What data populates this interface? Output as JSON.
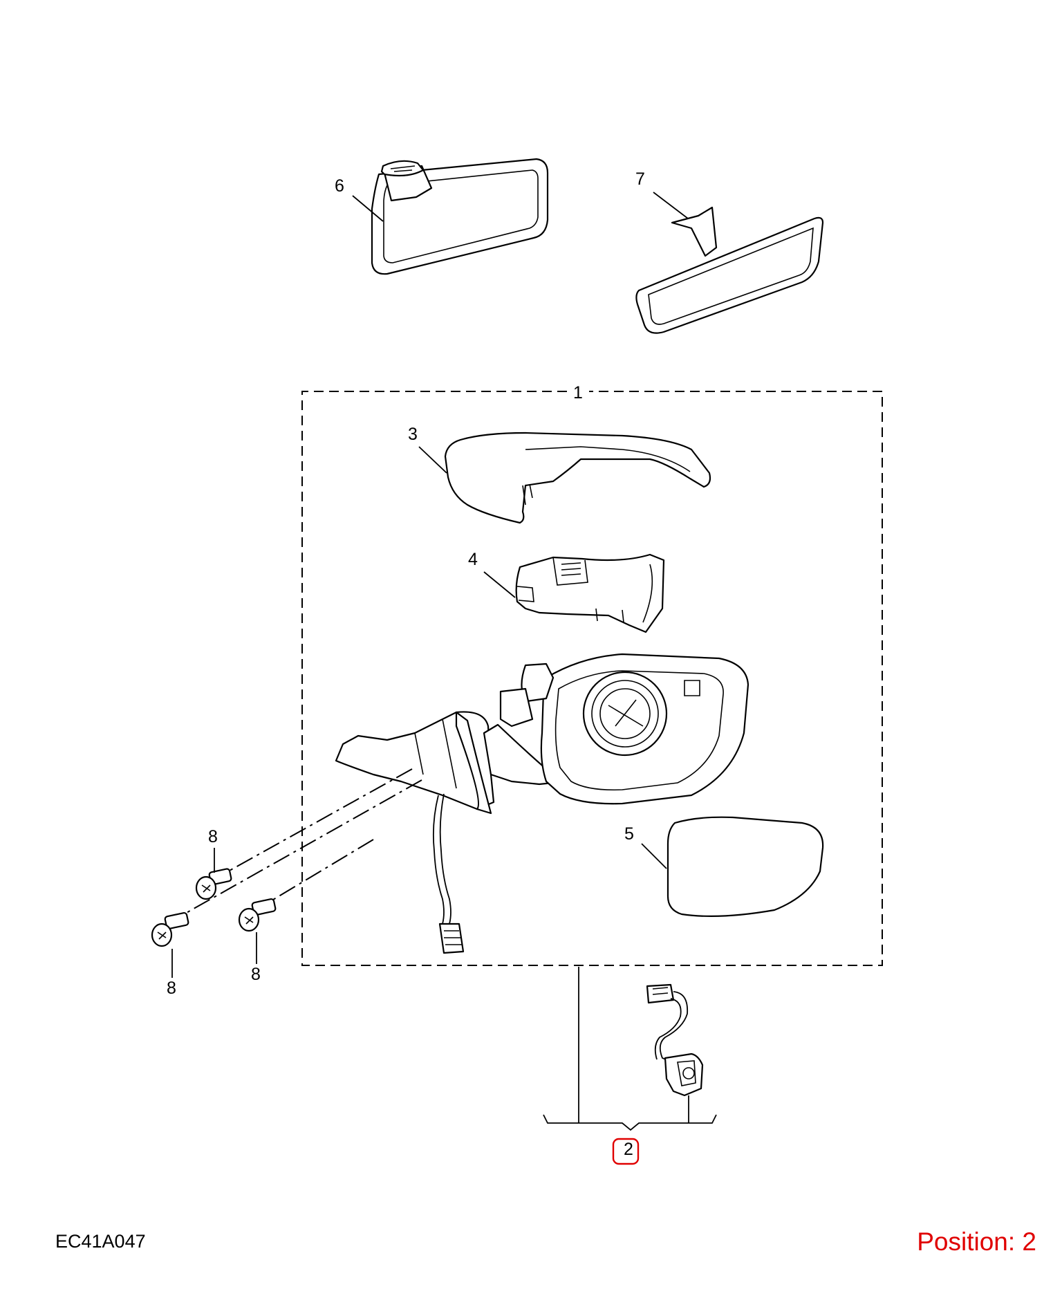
{
  "figure_code": "EC41A047",
  "position_label": "Position: 2",
  "highlight_color": "#e00000",
  "callouts": {
    "c1": "1",
    "c2": "2",
    "c3": "3",
    "c4": "4",
    "c5": "5",
    "c6": "6",
    "c7": "7",
    "c8a": "8",
    "c8b": "8",
    "c8c": "8"
  },
  "highlighted_callout": "2"
}
